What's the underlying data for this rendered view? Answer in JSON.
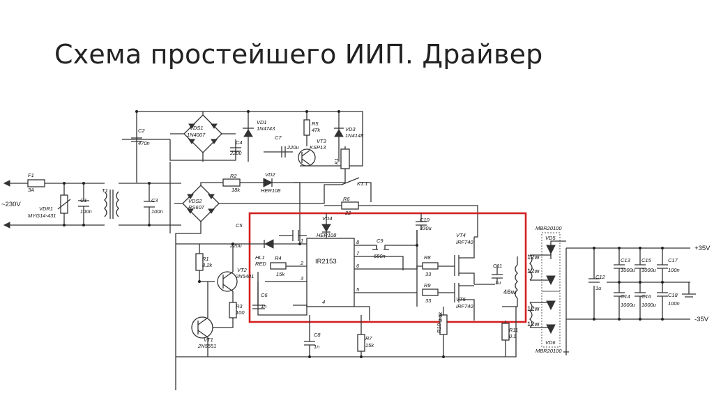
{
  "slide": {
    "title": "Схема простейшего ИИП. Драйвер"
  },
  "highlight_color": "#d42020",
  "ic": {
    "name": "IR2153",
    "pins": [
      "1",
      "2",
      "3",
      "4",
      "5",
      "6",
      "7",
      "8"
    ]
  },
  "labels": {
    "vds1": "VDS1",
    "vds1v": "1N4007",
    "vd1": "VD1",
    "vd1v": "1N4743",
    "r5": "R5",
    "r5v": "47k",
    "vt3": "VT3",
    "vt3v": "KSP13",
    "vd3": "VD3",
    "vd3v": "1N4148",
    "c4": "C4",
    "c4v": "220u",
    "c7": "C7",
    "c7v": "220u",
    "c2": "C2",
    "c2v": "470n",
    "k1": "K1",
    "r2": "R2",
    "r2v": "18k",
    "vd2": "VD2",
    "vd2v": "HER108",
    "k11": "K1.1",
    "f1": "F1",
    "f1v": "3A",
    "vdr1": "VDR1",
    "vdr1v": "MYG14-431",
    "c1": "C1",
    "c1v": "100n",
    "t1": "T1",
    "c3": "C3",
    "c3v": "100n",
    "vds2": "VDS2",
    "vds2v": "RS607",
    "r6": "R6",
    "r6v": "22",
    "mains": "~230V",
    "c5": "C5",
    "c5v": "220u",
    "vd4": "VD4",
    "vd4v": "HER108",
    "c10": "C10",
    "c10v": "330u",
    "hl1": "HL1",
    "hl1v": "RED",
    "r4": "R4",
    "r4v": "15k",
    "c9": "C9",
    "c9v": "680n",
    "vt4": "VT4",
    "vt4v": "IRF740",
    "r8": "R8",
    "r8v": "33",
    "r9": "R9",
    "r9v": "33",
    "vt5": "VT5",
    "vt5v": "IRF740",
    "c11": "C11",
    "c11v": "1u",
    "w46": "46w",
    "r1": "R1",
    "r1v": "8.2k",
    "vt2": "VT2",
    "vt2v": "2N5401",
    "c6": "C6",
    "c6v": "1n",
    "r3": "R3",
    "r3v": "100",
    "vt1": "VT1",
    "vt1v": "2N5551",
    "c8": "C8",
    "c8v": "1n",
    "r7": "R7",
    "r7v": "15k",
    "r10": "R10",
    "r10v": "3.3k",
    "r11": "R11",
    "r11v": "0.1",
    "w12a": "12w",
    "w12b": "12w",
    "w12c": "12w",
    "w12d": "12w",
    "vd5": "VD5",
    "vd5v": "MBR20100",
    "vd6": "VD6",
    "vd6v": "MBR20100",
    "c12": "C12",
    "c12v": "1u",
    "c13": "C13",
    "c13v": "1000u",
    "c15": "C15",
    "c15v": "1000u",
    "c17": "C17",
    "c17v": "100n",
    "c14": "C14",
    "c14v": "1000u",
    "c16": "C16",
    "c16v": "1000u",
    "c18": "C18",
    "c18v": "100n",
    "vpos": "+35V",
    "vneg": "-35V"
  }
}
